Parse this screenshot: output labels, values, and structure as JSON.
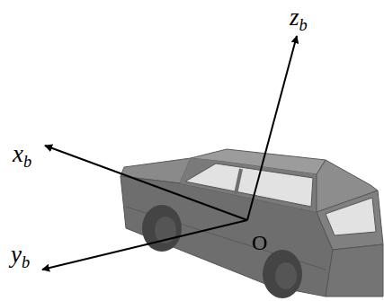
{
  "diagram": {
    "labels": [
      "xb",
      "yb",
      "zb",
      "O"
    ]
  }
}
